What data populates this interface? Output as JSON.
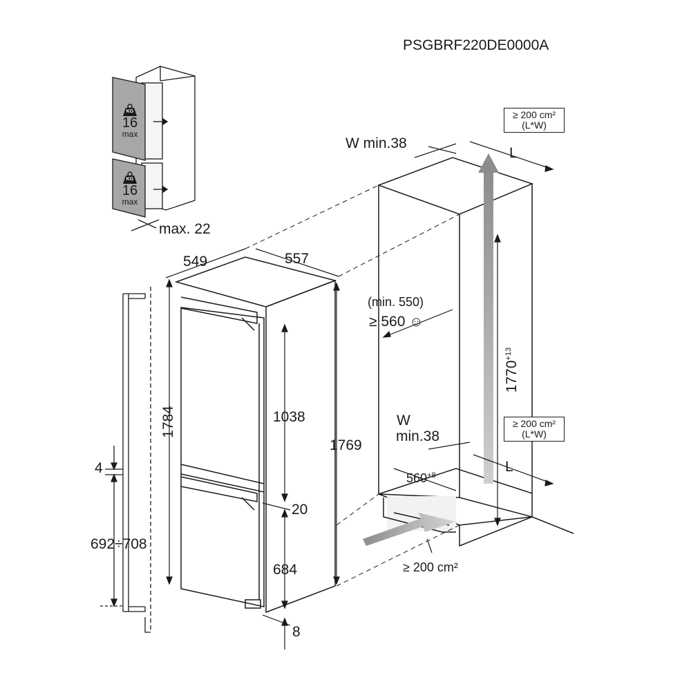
{
  "model_code": "PSGBRF220DE0000A",
  "door_panel_upper": {
    "badge": "KG",
    "value": "16",
    "unit": "max"
  },
  "door_panel_lower": {
    "badge": "KG",
    "value": "16",
    "unit": "max"
  },
  "dims": {
    "max_gap": "max. 22",
    "depth": "549",
    "width": "557",
    "total_height": "1784",
    "upper_door": "1038",
    "cabinet_height": "1769",
    "mid_gap": "20",
    "lower_door": "684",
    "bottom_gap": "8",
    "rail_gap": "4",
    "rail_range": "692÷708"
  },
  "niche": {
    "w_min_top": "W min.38",
    "l_top": "L",
    "vent_top": {
      "line1": "≥ 200 cm²",
      "line2": "(L*W)"
    },
    "min_depth": "(min. 550)",
    "depth_ok": "≥ 560",
    "smiley": "☺",
    "height": "1770",
    "height_tol": "+13",
    "w_bottom_line1": "W",
    "w_bottom_line2": "min.38",
    "vent_mid": {
      "line1": "≥ 200 cm²",
      "line2": "(L*W)"
    },
    "l_bottom": "L",
    "width": "560",
    "width_tol": "+8",
    "vent_bottom": "≥ 200 cm²"
  }
}
